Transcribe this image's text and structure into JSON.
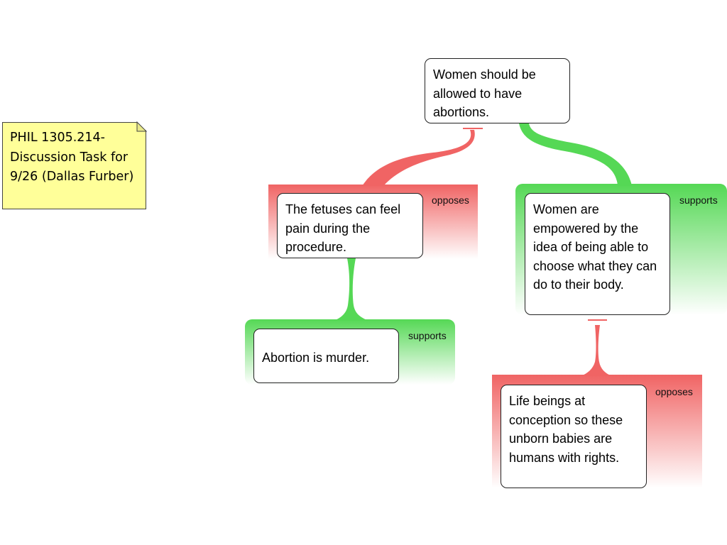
{
  "note": {
    "text": "PHIL 1305.214- Discussion Task for 9/26 (Dallas Furber)"
  },
  "claim": {
    "text": "Women should be allowed to have abortions."
  },
  "reasons": {
    "fetus_pain": {
      "relation": "opposes",
      "text": "The fetuses can feel pain during the procedure."
    },
    "murder": {
      "relation": "supports",
      "text": "Abortion is murder."
    },
    "empowered": {
      "relation": "supports",
      "text": "Women are empowered by the idea of being able to choose what they can do to their body."
    },
    "life_beings": {
      "relation": "opposes",
      "text": "Life beings at conception so these unborn babies are humans with rights."
    }
  },
  "colors": {
    "opposes": "#f06464",
    "supports": "#55d855"
  }
}
